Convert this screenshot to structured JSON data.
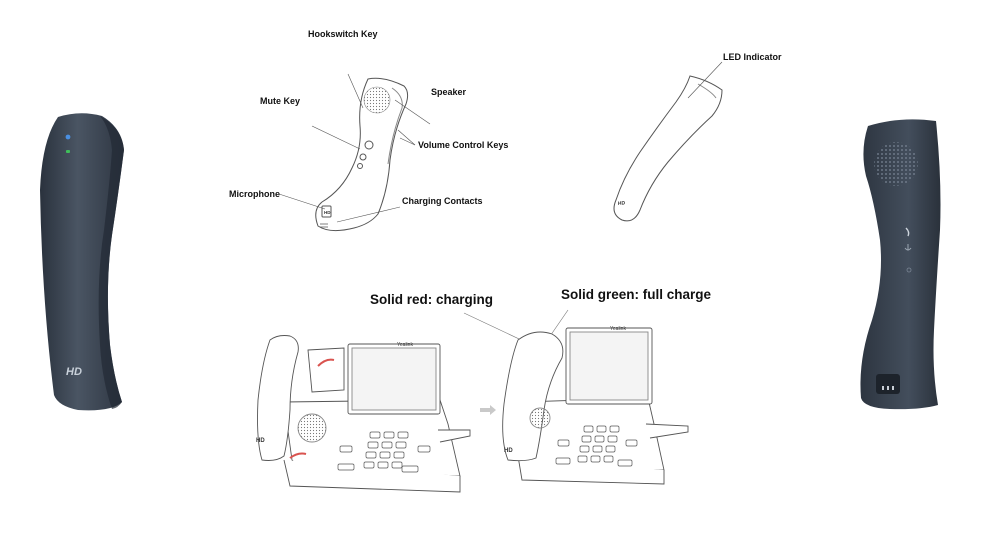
{
  "labels": {
    "hookswitch": "Hookswitch Key",
    "mute": "Mute Key",
    "speaker": "Speaker",
    "volume": "Volume Control Keys",
    "microphone": "Microphone",
    "charging_contacts": "Charging Contacts",
    "led": "LED Indicator",
    "solid_red": "Solid red: charging",
    "solid_green": "Solid green: full charge"
  },
  "brand": {
    "hd_logo": "HD",
    "phone_brand": "Yealink"
  },
  "colors": {
    "handset_body": "#3b4654",
    "handset_dark": "#2a323d",
    "led_blue": "#4a90e2",
    "led_green": "#3fbf5a",
    "line_art": "#555555",
    "arrow_red": "#d9534f"
  }
}
